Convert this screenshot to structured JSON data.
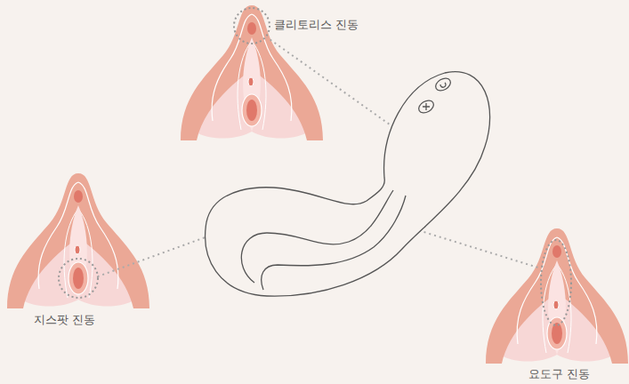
{
  "diagram": {
    "labels": [
      "클리토리스 진동",
      "지스팟 진동",
      "요도구 진동"
    ]
  }
}
